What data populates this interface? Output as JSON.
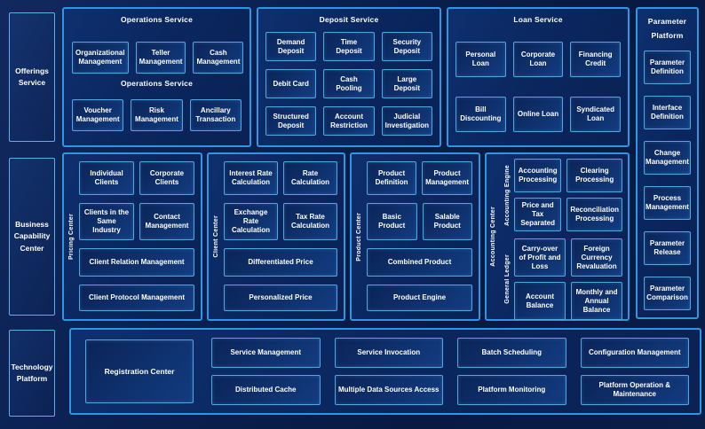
{
  "colors": {
    "canvas_bg": "#0A1E4A",
    "panel_bg": "#0B2760",
    "panel_border": "#2F96E4",
    "box_border": "#4FA8E0",
    "box_bg_dark": "#0B2458",
    "box_bg_light": "#123C80",
    "label_border": "#5FB0E8",
    "text": "#FFFFFF"
  },
  "sidebar": {
    "offerings": "Offerings Service",
    "business": "Business Capability Center",
    "technology": "Technology Platform"
  },
  "operations": {
    "title": "Operations Service",
    "subtitle": "Operations Service",
    "row1": [
      "Organizational Management",
      "Teller Management",
      "Cash Management"
    ],
    "row2": [
      "Voucher Management",
      "Risk Management",
      "Ancillary Transaction"
    ]
  },
  "deposit": {
    "title": "Deposit Service",
    "boxes": [
      "Demand Deposit",
      "Time Deposit",
      "Security Deposit",
      "Debit Card",
      "Cash Pooling",
      "Large Deposit",
      "Structured Deposit",
      "Account Restriction",
      "Judicial Investigation"
    ]
  },
  "loan": {
    "title": "Loan Service",
    "row1": [
      "Personal Loan",
      "Corporate Loan",
      "Financing Credit"
    ],
    "row2": [
      "Bill Discounting",
      "Online Loan",
      "Syndicated Loan"
    ]
  },
  "parameter": {
    "title": "Parameter Platform",
    "boxes": [
      "Parameter Definition",
      "Interface Definition",
      "Change Management",
      "Process Management",
      "Parameter Release",
      "Parameter Comparison"
    ]
  },
  "pricing_center": {
    "vertical_label": "Pricing Center",
    "small": [
      "Individual Clients",
      "Corporate Clients",
      "Clients in the Same Industry",
      "Contact Management"
    ],
    "wide": [
      "Client Relation Management",
      "Client Protocol Management"
    ]
  },
  "client_center": {
    "vertical_label": "Client Center",
    "small": [
      "Interest Rate Calculation",
      "Rate Calculation",
      "Exchange Rate Calculation",
      "Tax Rate Calculation"
    ],
    "wide": [
      "Differentiated Price",
      "Personalized Price"
    ]
  },
  "product_center": {
    "vertical_label": "Product Center",
    "small": [
      "Product Definition",
      "Product Management",
      "Basic Product",
      "Salable Product"
    ],
    "wide": [
      "Combined Product",
      "Product Engine"
    ]
  },
  "accounting_center": {
    "vertical_label": "Accounting Center",
    "engine": {
      "vertical_label": "Accounting Engine",
      "boxes": [
        "Accounting Processing",
        "Clearing Processing",
        "Price and Tax Separated",
        "Reconciliation Processing"
      ]
    },
    "ledger": {
      "vertical_label": "General Ledger",
      "boxes": [
        "Carry-over of Profit and Loss",
        "Foreign Currency Revaluation",
        "Account Balance",
        "Monthly and Annual Balance"
      ]
    }
  },
  "technology": {
    "registration": "Registration Center",
    "row1": [
      "Service Management",
      "Service Invocation",
      "Batch Scheduling",
      "Configuration Management"
    ],
    "row2": [
      "Distributed Cache",
      "Multiple Data Sources Access",
      "Platform Monitoring",
      "Platform Operation & Maintenance"
    ]
  }
}
